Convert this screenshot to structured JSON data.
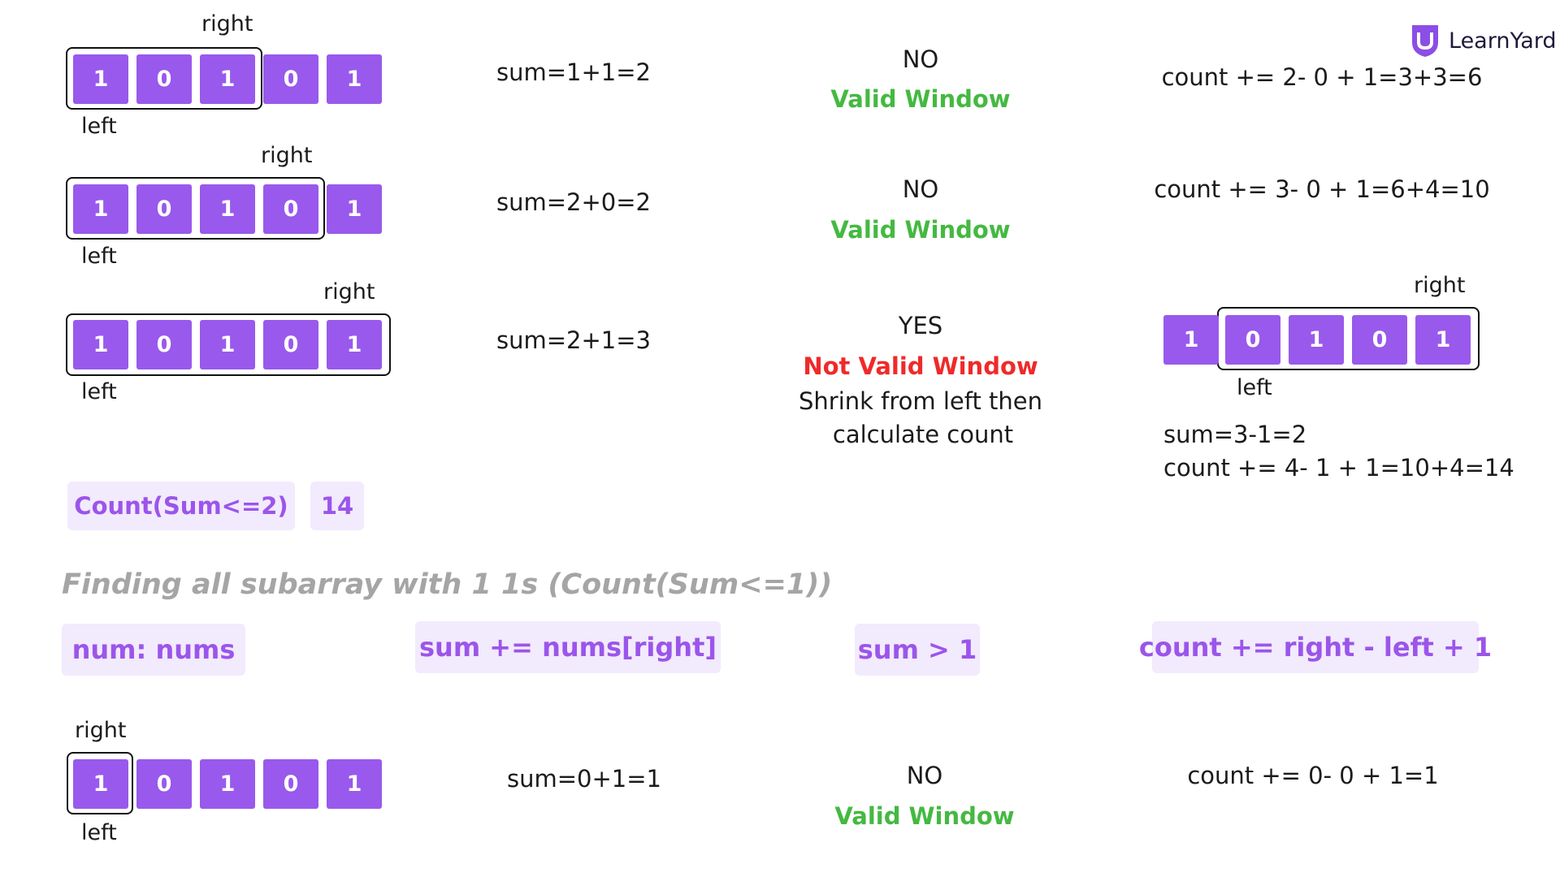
{
  "brand": {
    "name": "LearnYard"
  },
  "colors": {
    "cell": "#9959ec",
    "valid": "#44b941",
    "invalid": "#ef2a2a",
    "chip_bg": "#f2eafd",
    "chip_text": "#9b55ea"
  },
  "pointers": {
    "right": "right",
    "left": "left"
  },
  "rows": [
    {
      "cells": [
        "1",
        "0",
        "1",
        "0",
        "1"
      ],
      "sum": "sum=1+1=2",
      "answer": "NO",
      "status": "Valid Window",
      "count": "count += 2- 0 + 1=3+3=6"
    },
    {
      "cells": [
        "1",
        "0",
        "1",
        "0",
        "1"
      ],
      "sum": "sum=2+0=2",
      "answer": "NO",
      "status": "Valid Window",
      "count": "count += 3- 0 + 1=6+4=10"
    },
    {
      "cells": [
        "1",
        "0",
        "1",
        "0",
        "1"
      ],
      "sum": "sum=2+1=3",
      "answer": "YES",
      "status": "Not Valid Window",
      "action_line1": "Shrink from left then",
      "action_line2": "calculate count",
      "shrunk_cells": [
        "1",
        "0",
        "1",
        "0",
        "1"
      ],
      "after_sum": "sum=3-1=2",
      "after_count": "count += 4- 1 + 1=10+4=14"
    }
  ],
  "result": {
    "label": "Count(Sum<=2)",
    "value": "14"
  },
  "section2": {
    "heading": "Finding all subarray with 1 1s (Count(Sum<=1))",
    "legend": {
      "num": "num: nums",
      "sum": "sum += nums[right]",
      "cond": "sum > 1",
      "count": "count += right - left + 1"
    },
    "row": {
      "cells": [
        "1",
        "0",
        "1",
        "0",
        "1"
      ],
      "sum": "sum=0+1=1",
      "answer": "NO",
      "status": "Valid Window",
      "count": "count += 0- 0 + 1=1"
    }
  }
}
